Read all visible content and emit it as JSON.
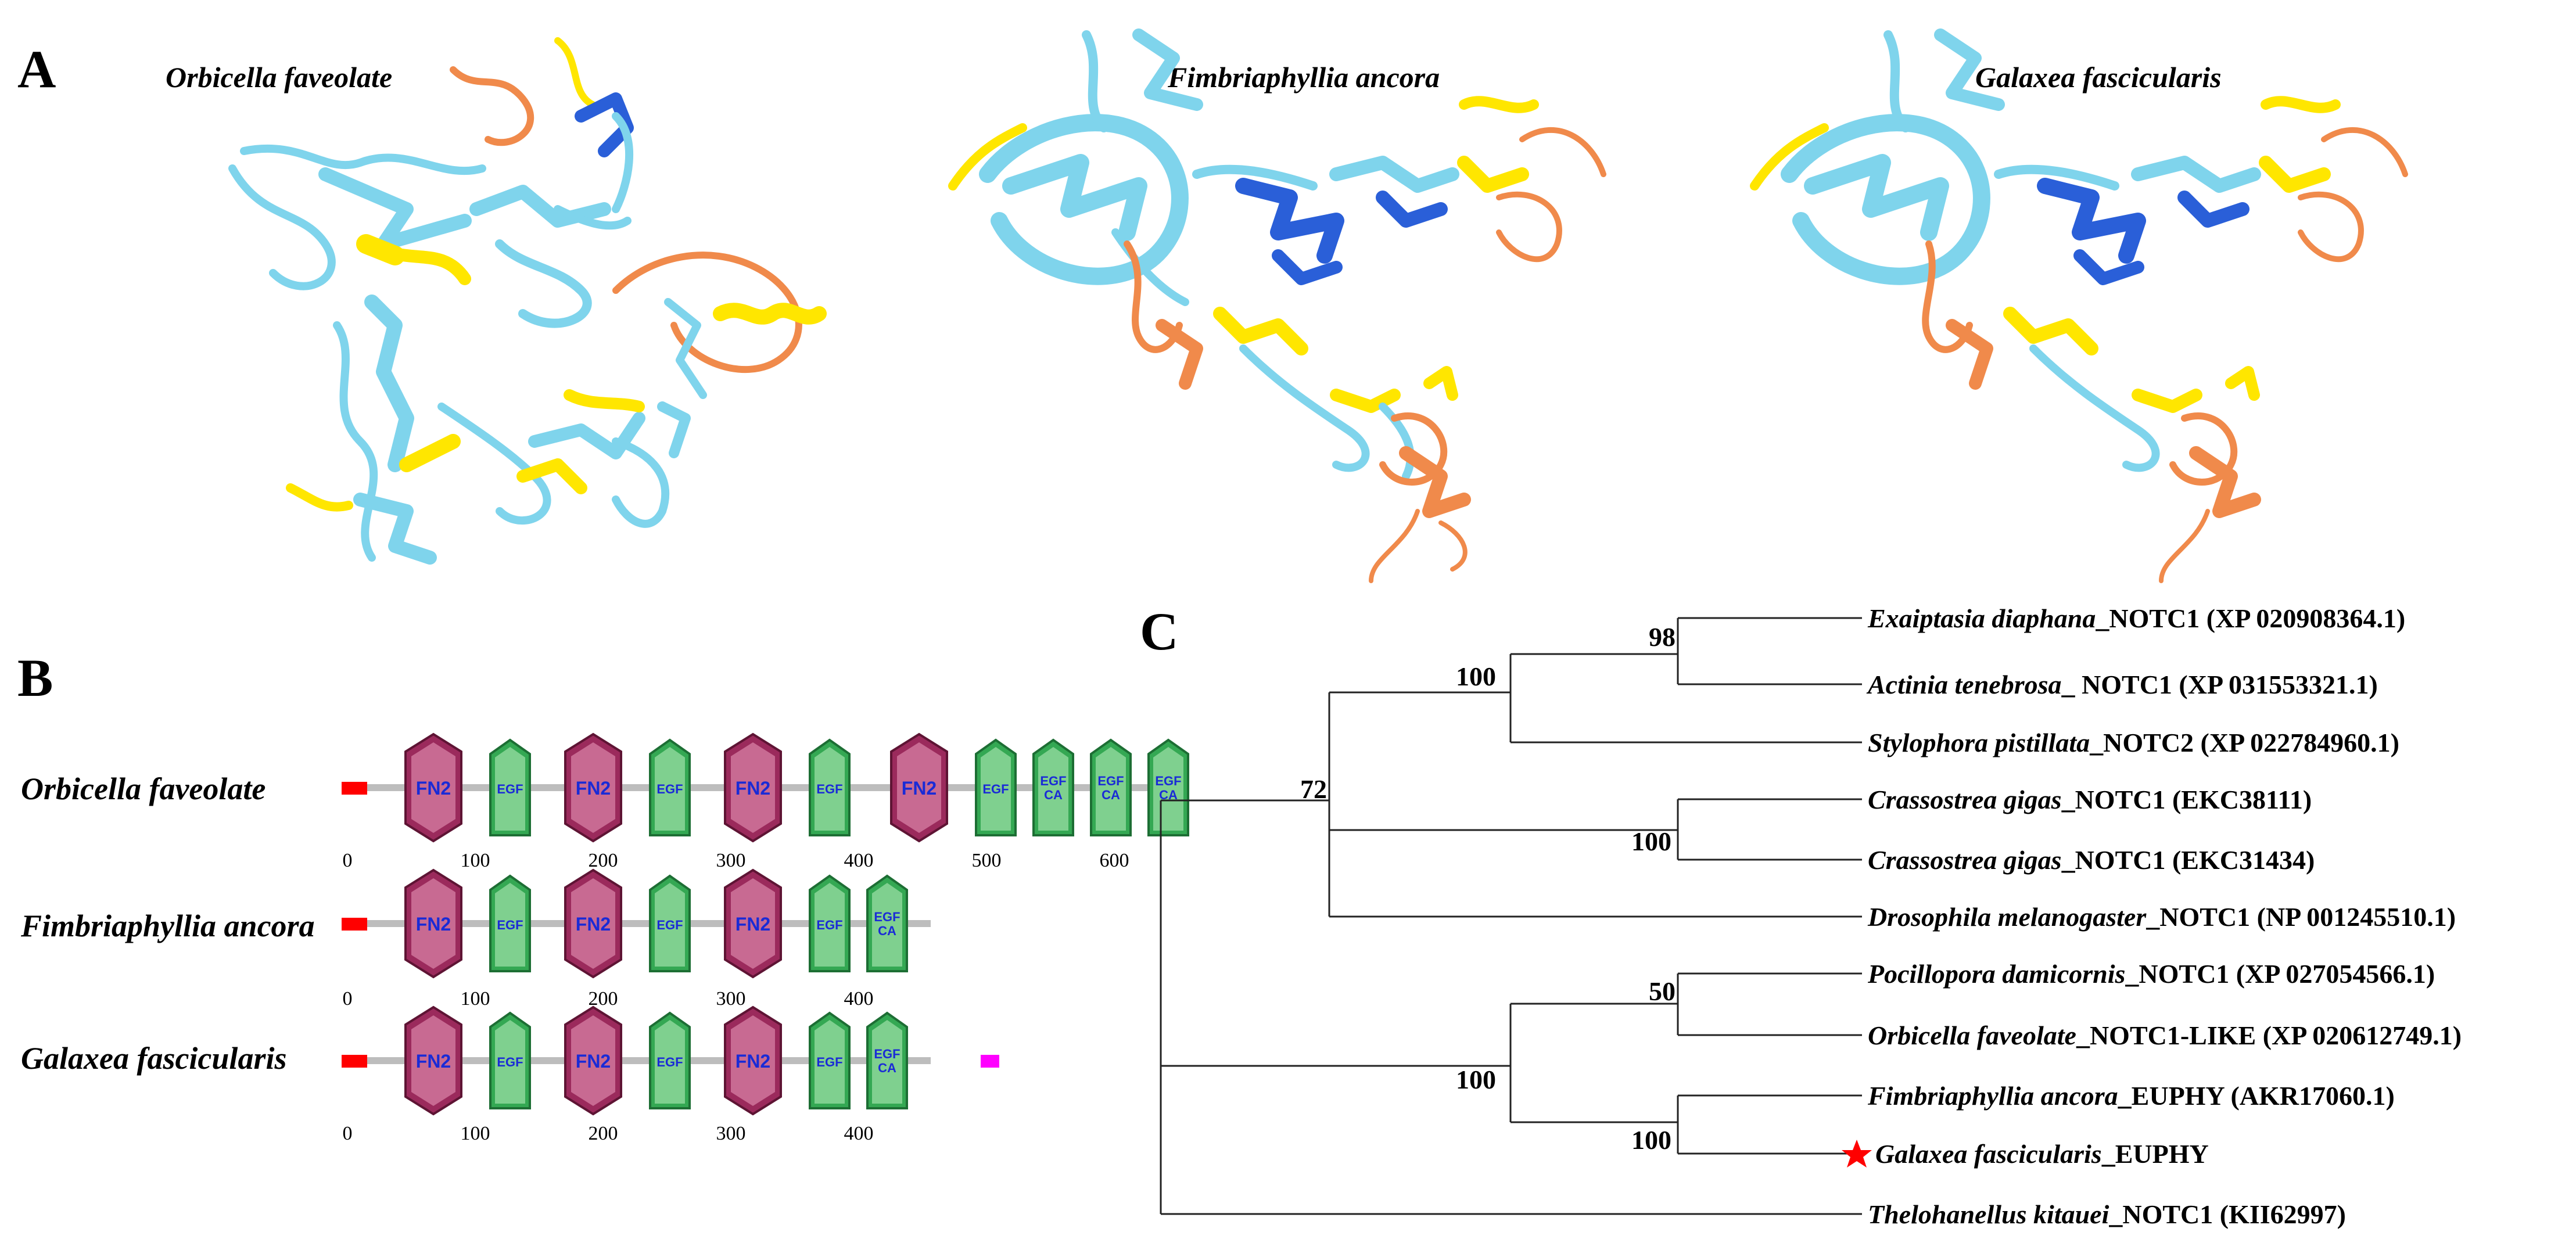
{
  "panel_a": {
    "letter": "A",
    "structures": [
      {
        "title": "Orbicella faveolate"
      },
      {
        "title": "Fimbriaphyllia ancora"
      },
      {
        "title": "Galaxea fascicularis"
      }
    ]
  },
  "panel_b": {
    "letter": "B",
    "proteins": [
      {
        "name": "Orbicella faveolate",
        "ticks": [
          "0",
          "100",
          "200",
          "300",
          "400",
          "500",
          "600"
        ],
        "domains": [
          "signal",
          "FN2",
          "EGF",
          "FN2",
          "EGF",
          "FN2",
          "EGF",
          "FN2",
          "EGF",
          "EGF CA",
          "EGF CA",
          "EGF CA"
        ]
      },
      {
        "name": "Fimbriaphyllia ancora",
        "ticks": [
          "0",
          "100",
          "200",
          "300",
          "400"
        ],
        "domains": [
          "signal",
          "FN2",
          "EGF",
          "FN2",
          "EGF",
          "FN2",
          "EGF",
          "EGF CA"
        ]
      },
      {
        "name": "Galaxea fascicularis",
        "ticks": [
          "0",
          "100",
          "200",
          "300",
          "400"
        ],
        "domains": [
          "signal",
          "FN2",
          "EGF",
          "FN2",
          "EGF",
          "FN2",
          "EGF",
          "EGF CA",
          "transmembrane"
        ]
      }
    ],
    "domain_labels": {
      "fn2": "FN2",
      "egf": "EGF",
      "egf_ca_top": "EGF",
      "egf_ca_bottom": "CA"
    },
    "colors": {
      "fn2": "#9b2a5c",
      "egf": "#34a853",
      "signal": "#ff0000",
      "tm": "#ff00ff",
      "line": "#bdbdbd",
      "domain_text": "#1a2bd6"
    }
  },
  "panel_c": {
    "letter": "C",
    "leaves": [
      {
        "species": "Exaiptasia diaphana",
        "suffix": "_NOTC1 (XP 020908364.1)"
      },
      {
        "species": "Actinia tenebrosa",
        "suffix": "_ NOTC1 (XP 031553321.1)"
      },
      {
        "species": "Stylophora pistillata",
        "suffix": "_NOTC2 (XP 022784960.1)"
      },
      {
        "species": "Crassostrea gigas",
        "suffix": "_NOTC1 (EKC38111)"
      },
      {
        "species": "Crassostrea gigas",
        "suffix": "_NOTC1 (EKC31434)"
      },
      {
        "species": "Drosophila melanogaster",
        "suffix": "_NOTC1 (NP 001245510.1)"
      },
      {
        "species": "Pocillopora damicornis",
        "suffix": "_NOTC1 (XP 027054566.1)"
      },
      {
        "species": "Orbicella faveolate",
        "suffix": "_NOTC1-LIKE (XP 020612749.1)"
      },
      {
        "species": "Fimbriaphyllia ancora",
        "suffix": "_EUPHY (AKR17060.1)"
      },
      {
        "species": "Galaxea fascicularis",
        "suffix": "_EUPHY"
      },
      {
        "species": "Thelohanellus kitauei",
        "suffix": "_NOTC1 (KII62997)"
      }
    ],
    "bootstrap": {
      "n98": "98",
      "n100a": "100",
      "n72": "72",
      "n100b": "100",
      "n50": "50",
      "n100c": "100",
      "n100d": "100"
    },
    "star_color": "#ff0000"
  },
  "colors": {
    "helix": "#ffe600",
    "sheet": "#7fd4ec",
    "coil": "#7fd4ec",
    "dark_blue": "#2a5fd8",
    "orange": "#f08a4b"
  }
}
